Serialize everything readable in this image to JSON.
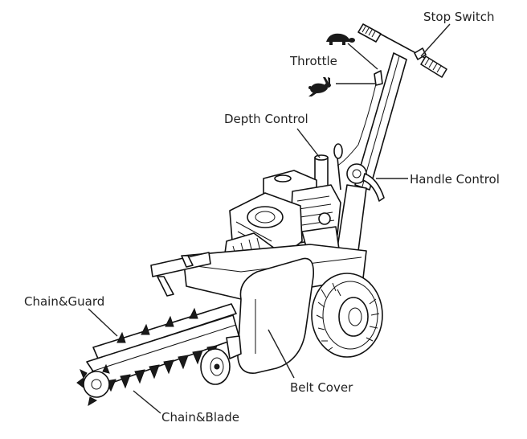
{
  "labels": {
    "stop_switch": "Stop Switch",
    "throttle": "Throttle",
    "depth_control": "Depth Control",
    "handle_control": "Handle Control",
    "chain_guard": "Chain&Guard",
    "belt_cover": "Belt Cover",
    "chain_blade": "Chain&Blade"
  },
  "icons": {
    "slow": "turtle-icon",
    "fast": "rabbit-icon"
  },
  "colors": {
    "line": "#222222",
    "background": "#ffffff"
  }
}
